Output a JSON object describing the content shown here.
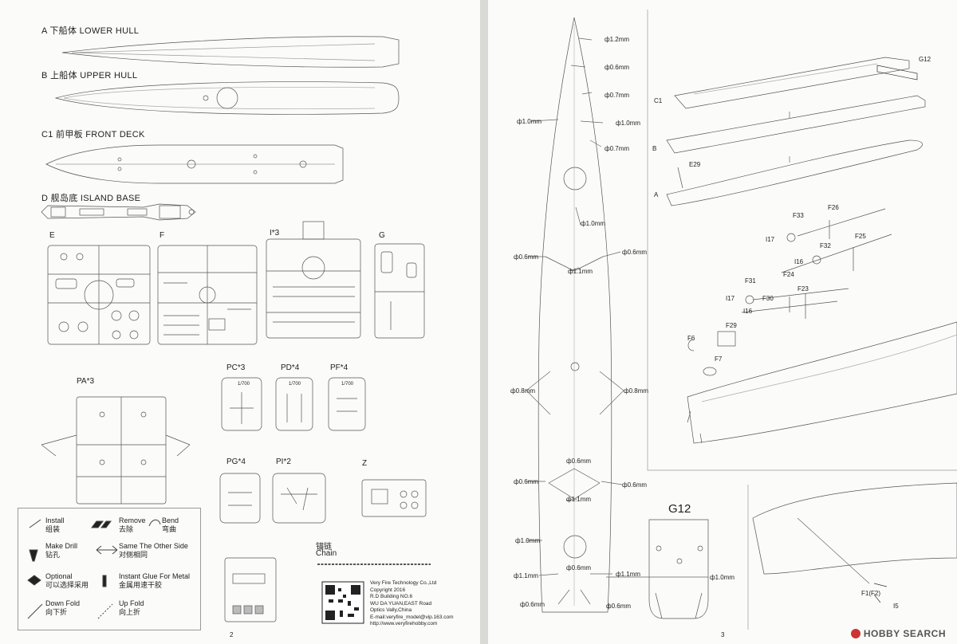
{
  "hull_labels": {
    "a": "A  下船体  LOWER HULL",
    "b": "B  上船体  UPPER HULL",
    "c1": "C1  前甲板  FRONT DECK",
    "d": "D  舰岛底  ISLAND BASE"
  },
  "sprues": {
    "e": "E",
    "f": "F",
    "i": "I*3",
    "g": "G",
    "pa": "PA*3",
    "pc": "PC*3",
    "pd": "PD*4",
    "pf": "PF*4",
    "pg": "PG*4",
    "pi": "PI*2",
    "z": "Z",
    "scale": "1/700"
  },
  "chain": {
    "zh": "锚链",
    "en": "Chain"
  },
  "legend": {
    "install": "Install",
    "install_zh": "组装",
    "remove": "Remove",
    "remove_zh": "去除",
    "bend": "Bend",
    "bend_zh": "弯曲",
    "drill": "Make Drill",
    "drill_zh": "钻孔",
    "same_side": "Same The Other Side",
    "same_side_zh": "对侧相同",
    "optional": "Optional",
    "optional_zh": "可以选择采用",
    "glue": "Instant Glue For Metal",
    "glue_zh": "金属用速干胶",
    "down_fold": "Down Fold",
    "down_fold_zh": "向下折",
    "up_fold": "Up Fold",
    "up_fold_zh": "向上折"
  },
  "company": {
    "name": "Very Fire Technology Co.,Ltd",
    "copyright": "Copyright 2016",
    "building": "R.D Building NO.6",
    "road": "WU DA YUAN,EAST Road",
    "valley": "Optics Vally,China",
    "email": "E-mail:veryfire_model@vip.163.com",
    "web": "http://www.veryfirehobby.com"
  },
  "page_numbers": {
    "left": "2",
    "right": "3"
  },
  "drill_labels": {
    "d12": "ф1.2mm",
    "d06": "ф0.6mm",
    "d07": "ф0.7mm",
    "d10": "ф1.0mm",
    "d11": "ф1.1mm",
    "d08": "ф0.8mm"
  },
  "assembly_labels": {
    "g12": "G12",
    "c1": "C1",
    "b": "B",
    "a": "A",
    "e29": "E29",
    "f33": "F33",
    "f26": "F26",
    "i17": "I17",
    "f32": "F32",
    "f25": "F25",
    "i16": "I16",
    "f31": "F31",
    "f24": "F24",
    "f23": "F23",
    "f30": "F30",
    "f29": "F29",
    "f6": "F6",
    "f7": "F7",
    "f1f2": "F1(F2)",
    "i5": "I5",
    "g12_big": "G12"
  },
  "watermark": "HOBBY SEARCH",
  "colors": {
    "paper": "#fbfbfa",
    "line": "#555555",
    "watermark_badge": "#cc3333"
  }
}
